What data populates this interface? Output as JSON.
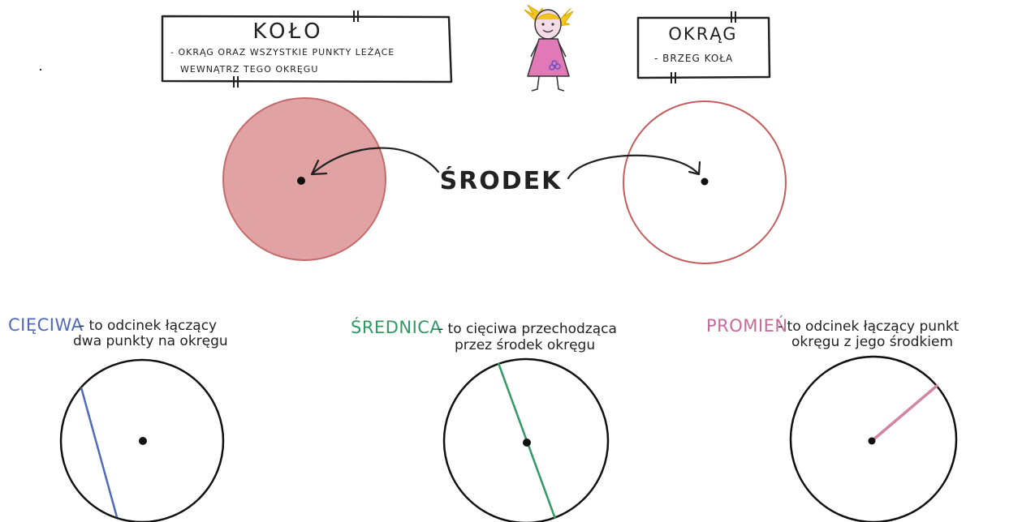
{
  "colors": {
    "ink": "#222222",
    "kolo_fill": "#e0a2a2",
    "kolo_stroke": "#c56a6a",
    "okrag_stroke": "#c55c5c",
    "cieciwa": "#5068bf",
    "srednica": "#2f9a62",
    "promien": "#c9699a",
    "promien_line": "#cf85a3",
    "girl_hair": "#f3c51e",
    "girl_dress": "#e279b7",
    "girl_skin": "#f4dbe5"
  },
  "kolo_box": {
    "title": "KOŁO",
    "line1": "- OKRĄG ORAZ WSZYSTKIE PUNKTY LEŻĄCE",
    "line2": "WEWNĄTRZ TEGO OKRĘGU"
  },
  "okrag_box": {
    "title": "OKRĄG",
    "line1": "- BRZEG KOŁA"
  },
  "center_label": "ŚRODEK",
  "terms": {
    "cieciwa": {
      "term": "CIĘCIWA",
      "def1": "- to odcinek łączący",
      "def2": "dwa punkty na okręgu"
    },
    "srednica": {
      "term": "ŚREDNICA",
      "def1": "- to cięciwa przechodząca",
      "def2": "przez środek okręgu"
    },
    "promien": {
      "term": "PROMIEŃ",
      "def1": "- to odcinek łączący punkt",
      "def2": "okręgu z jego środkiem"
    }
  },
  "icons": {
    "girl": "girl-character-icon",
    "arrows": "curved-arrow-icon"
  }
}
